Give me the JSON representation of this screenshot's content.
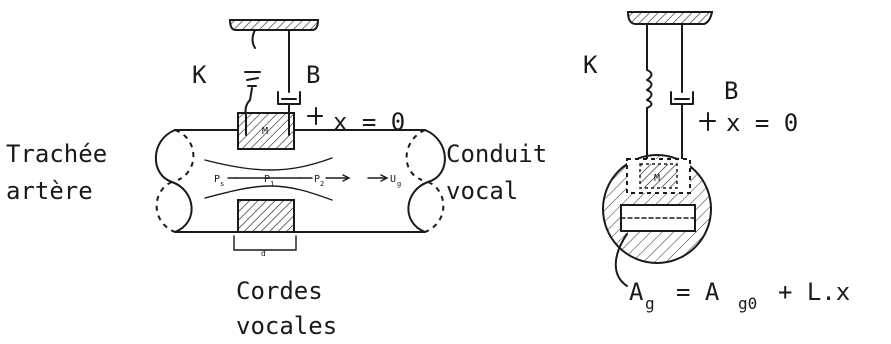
{
  "left_figure": {
    "spring_label": "K",
    "damper_label": "B",
    "position_label": "x = 0",
    "trachea_label_line1": "Trachée",
    "trachea_label_line2": "artère",
    "tract_label_line1": "Conduit",
    "tract_label_line2": "vocal",
    "cords_label_line1": "Cordes",
    "cords_label_line2": "vocales",
    "pressure_ps": "P",
    "pressure_ps_sub": "s",
    "pressure_p1": "P",
    "pressure_p1_sub": "1",
    "pressure_p2": "P",
    "pressure_p2_sub": "2",
    "velocity_label": "U",
    "velocity_sub": "g",
    "mass_label": "M",
    "length_label": "d"
  },
  "right_figure": {
    "spring_label": "K",
    "damper_label": "B",
    "position_label": "x = 0",
    "mass_label": "M",
    "area_A": "A",
    "area_sub_g": "g",
    "area_equals": "= A",
    "area_sub_g0": "g0",
    "area_tail": "+ L.x"
  }
}
